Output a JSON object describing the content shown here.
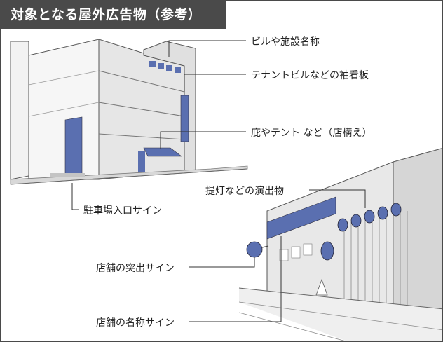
{
  "title": "対象となる屋外広告物（参考）",
  "labels": {
    "building_sign": "ビルや施設名称",
    "tenant_sign": "テナントビルなどの袖看板",
    "awning": "庇やテント など（店構え）",
    "parking_sign": "駐車場入口サイン",
    "lantern": "提灯などの演出物",
    "projecting_sign": "店舗の突出サイン",
    "name_sign": "店舗の名称サイン"
  },
  "colors": {
    "sign_blue": "#5a6fb0",
    "frame": "#4a4a4a",
    "building_light": "#ececec",
    "building_mid": "#d6d6d6",
    "building_dark": "#bdbdbd"
  }
}
